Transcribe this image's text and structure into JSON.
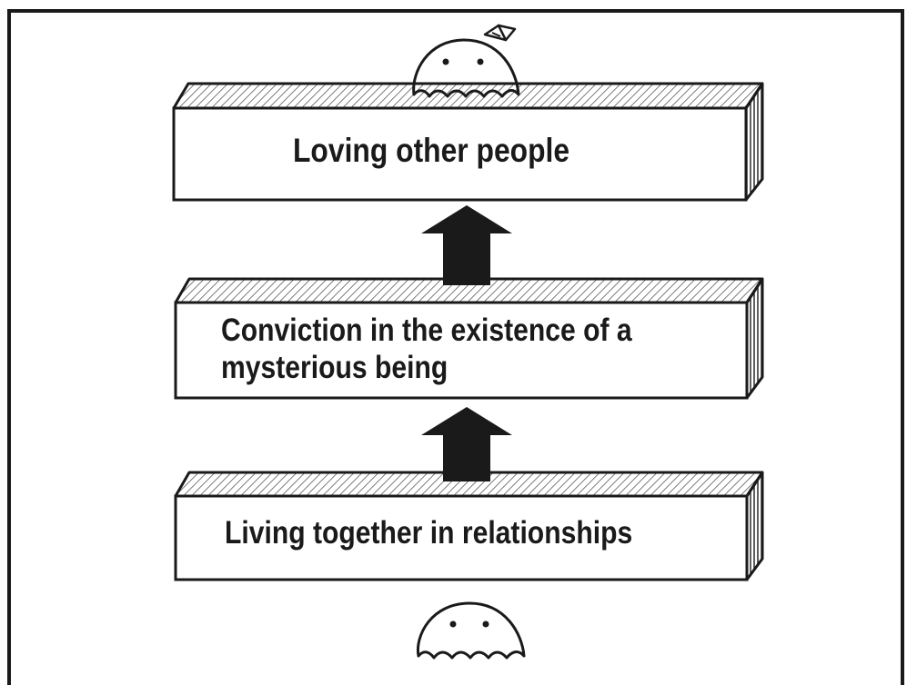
{
  "diagram": {
    "levels": [
      {
        "id": "top",
        "label_lines": [
          "Loving other people"
        ]
      },
      {
        "id": "middle",
        "label_lines": [
          "Conviction in the existence of a",
          "mysterious being"
        ]
      },
      {
        "id": "bottom",
        "label_lines": [
          "Living together in relationships"
        ]
      }
    ],
    "arrows": [
      {
        "from": "bottom",
        "to": "middle",
        "direction": "up"
      },
      {
        "from": "middle",
        "to": "top",
        "direction": "up"
      }
    ],
    "characters": [
      {
        "icon": "ghost-with-bow-icon"
      },
      {
        "icon": "ghost-icon"
      }
    ],
    "colors": {
      "ink": "#1a1a1a",
      "paper": "#ffffff"
    }
  }
}
